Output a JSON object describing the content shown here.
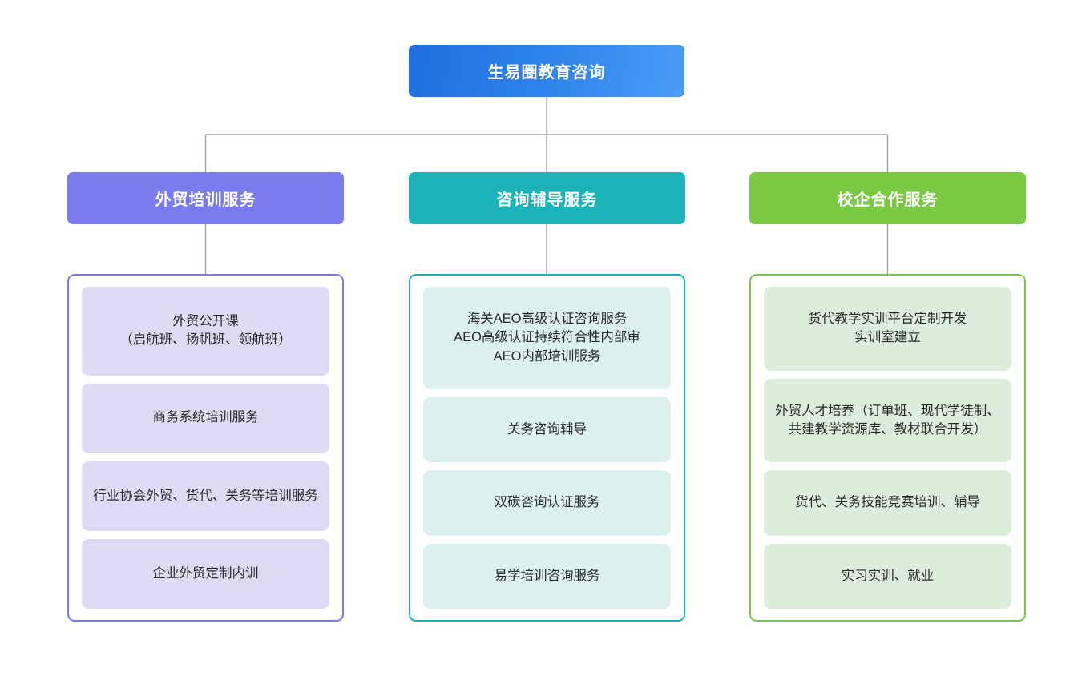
{
  "diagram": {
    "type": "organizational-tree",
    "root": {
      "label": "生易圈教育咨询",
      "color": "#2d83ea",
      "gradient_from": "#1f6ede",
      "gradient_to": "#4a9cf6"
    },
    "columns": [
      {
        "header": "外贸培训服务",
        "color": "#7B7BF0",
        "item_bg": "#DEDAF2",
        "items": [
          "外贸公开课\n（启航班、扬帆班、领航班）",
          "商务系统培训服务",
          "行业协会外贸、货代、关务等培训服务",
          "企业外贸定制内训"
        ]
      },
      {
        "header": "咨询辅导服务",
        "color": "#1BB3B8",
        "item_bg": "#DCF0EF",
        "items": [
          "海关AEO高级认证咨询服务\nAEO高级认证持续符合性内部审\nAEO内部培训服务",
          "关务咨询辅导",
          "双碳咨询认证服务",
          "易学培训咨询服务"
        ]
      },
      {
        "header": "校企合作服务",
        "color": "#7AC943",
        "item_bg": "#DCEDDC",
        "items": [
          "货代教学实训平台定制开发\n实训室建立",
          "外贸人才培养（订单班、现代学徒制、共建教学资源库、教材联合开发）",
          "货代、关务技能竞赛培训、辅导",
          "实习实训、就业"
        ]
      }
    ],
    "connector_color": "#9aa3ad"
  }
}
